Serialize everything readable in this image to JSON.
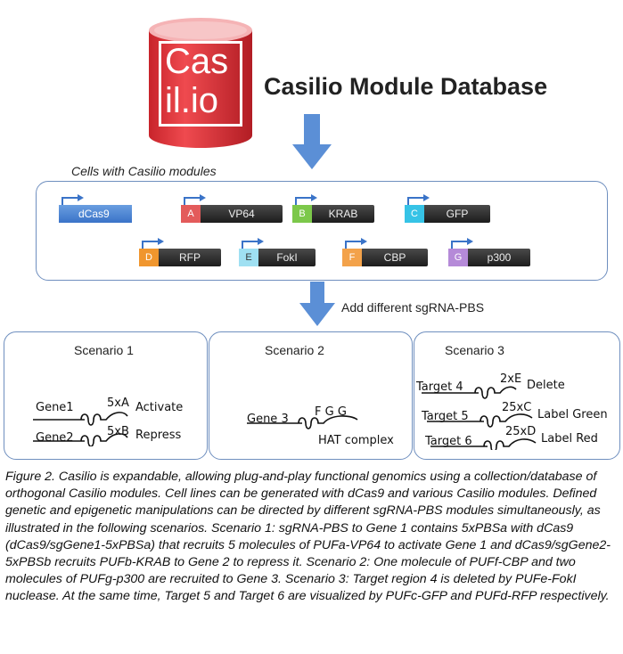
{
  "database": {
    "logo_line1": "Cas",
    "logo_line2": "il.io",
    "title": "Casilio Module Database"
  },
  "cells_label": "Cells with Casilio modules",
  "modules": [
    {
      "tag": "",
      "label": "dCas9",
      "kind": "dcas9"
    },
    {
      "tag": "A",
      "label": "VP64",
      "color": "#e35b5b"
    },
    {
      "tag": "B",
      "label": "KRAB",
      "color": "#7cc84a"
    },
    {
      "tag": "C",
      "label": "GFP",
      "color": "#36c3e6"
    },
    {
      "tag": "D",
      "label": "RFP",
      "color": "#f0962e"
    },
    {
      "tag": "E",
      "label": "FokI",
      "color": "#9fe0f2"
    },
    {
      "tag": "F",
      "label": "CBP",
      "color": "#f3a24a"
    },
    {
      "tag": "G",
      "label": "p300",
      "color": "#b58ad8"
    }
  ],
  "sgrna_label": "Add different sgRNA-PBS",
  "scenarios": [
    {
      "title": "Scenario 1",
      "rows": [
        {
          "gene": "Gene1",
          "pbs": "5xA",
          "action": "Activate"
        },
        {
          "gene": "Gene2",
          "pbs": "5xB",
          "action": "Repress"
        }
      ]
    },
    {
      "title": "Scenario 2",
      "rows": [
        {
          "gene": "Gene 3",
          "pbs": "F G G",
          "action": "HAT complex"
        }
      ]
    },
    {
      "title": "Scenario 3",
      "rows": [
        {
          "gene": "Target 4",
          "pbs": "2xE",
          "action": "Delete"
        },
        {
          "gene": "Target 5",
          "pbs": "25xC",
          "action": "Label Green"
        },
        {
          "gene": "Target 6",
          "pbs": "25xD",
          "action": "Label Red"
        }
      ]
    }
  ],
  "caption": "Figure 2. Casilio is expandable, allowing plug-and-play functional genomics using a collection/database of orthogonal Casilio modules. Cell lines can be generated with dCas9 and various Casilio modules. Defined genetic and epigenetic manipulations can be directed by different sgRNA-PBS modules simultaneously, as illustrated in the following scenarios. Scenario 1: sgRNA-PBS to Gene 1 contains 5xPBSa with dCas9 (dCas9/sgGene1-5xPBSa) that recruits 5 molecules of PUFa-VP64 to activate Gene 1 and  dCas9/sgGene2-5xPBSb recruits PUFb-KRAB to Gene 2 to repress it. Scenario 2: One molecule of PUFf-CBP and two molecules of PUFg-p300 are recruited to Gene 3. Scenario 3: Target region 4 is deleted by PUFe-FokI nuclease. At the same time, Target 5 and Target 6 are visualized by PUFc-GFP and PUFd-RFP respectively.",
  "colors": {
    "db_red": "#e8333a",
    "arrow_blue": "#5b8fd6",
    "panel_border": "#6f8fbf",
    "promoter_blue": "#3a73c8"
  }
}
